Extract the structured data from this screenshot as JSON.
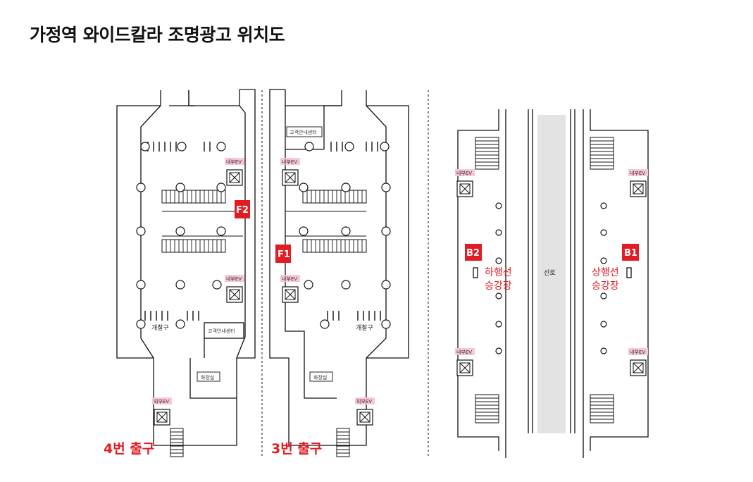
{
  "title": "가정역  와이드칼라 조명광고 위치도",
  "colors": {
    "accent": "#e31b23",
    "elevator_tag": "#f7c6d8",
    "track": "#e3e3e3",
    "line": "#111111"
  },
  "labels": {
    "internal_ev": "내부EV",
    "external_ev": "외부EV",
    "customer_center": "고객안내센터",
    "ticket_gate": "개찰구",
    "restroom": "화장실",
    "track": "선로",
    "down_platform": [
      "하행선",
      "승강장"
    ],
    "up_platform": [
      "상행선",
      "승강장"
    ]
  },
  "ad_locations": [
    "F2",
    "F1",
    "B2",
    "B1"
  ],
  "exits": [
    "4번 출구",
    "3번 출구"
  ],
  "icons": [
    "elevator-icon",
    "column-icon",
    "stairs-icon",
    "ticket-gate-icon"
  ]
}
